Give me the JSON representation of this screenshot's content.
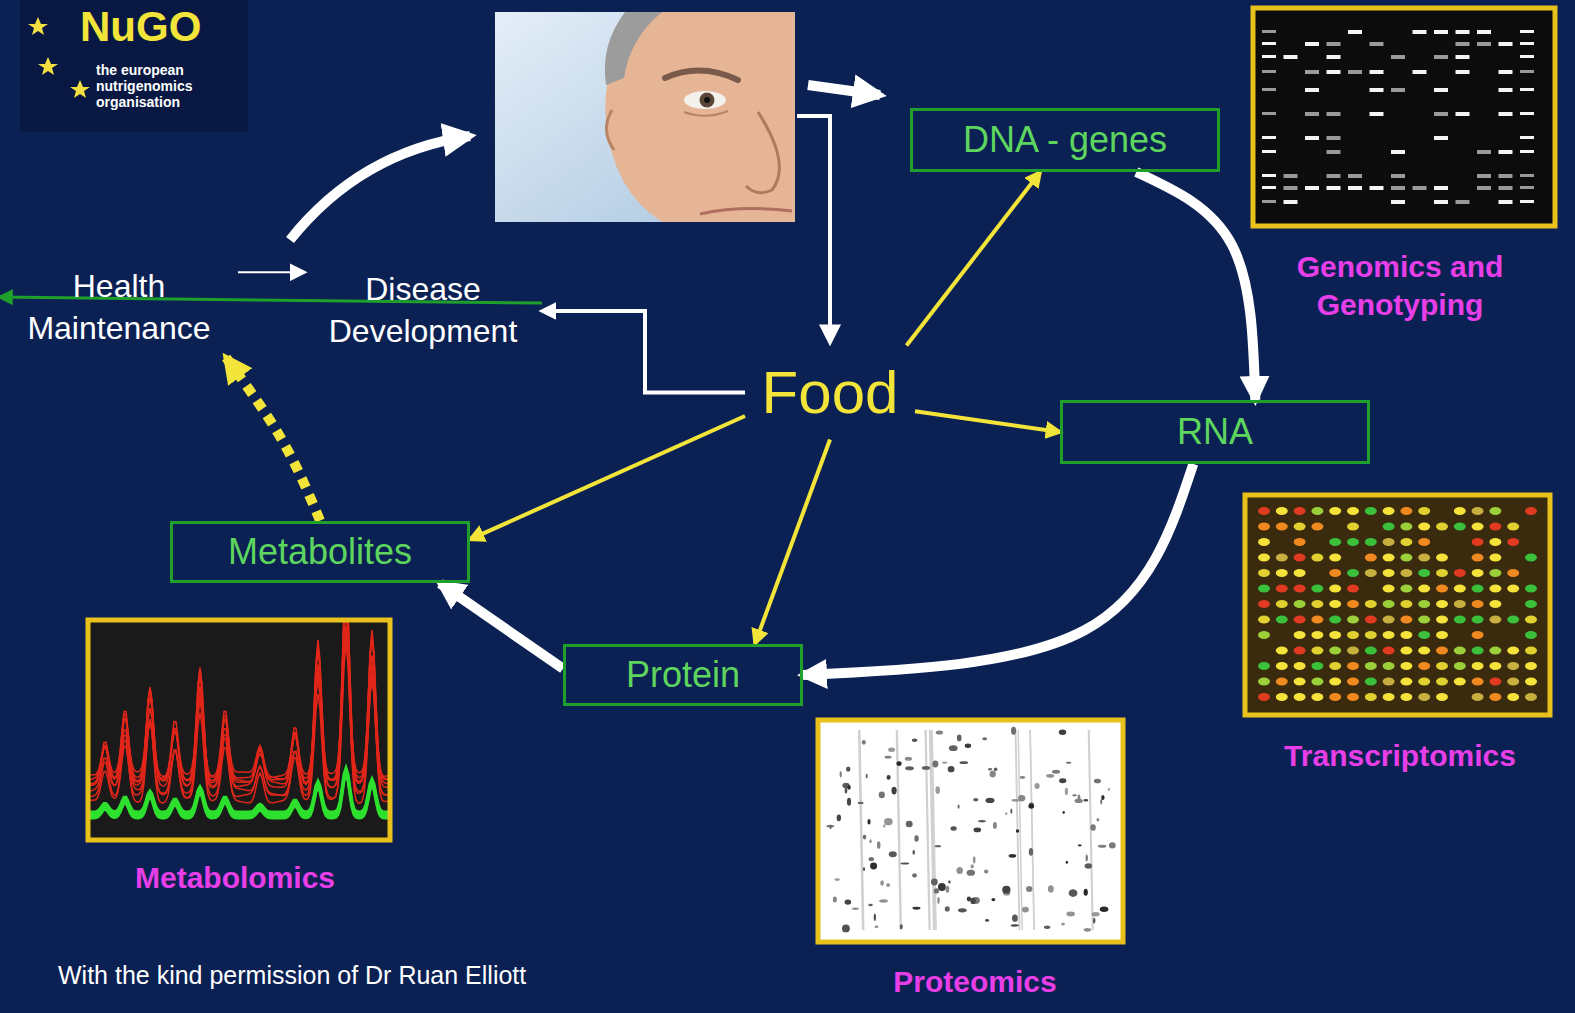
{
  "diagram": {
    "nodes": [
      {
        "text": [
          "DNA - genes"
        ]
      },
      {
        "text": [
          "Health Maintenance"
        ]
      },
      {
        "text": [
          "Disease Development"
        ]
      },
      {
        "text": [
          "Food"
        ]
      },
      {
        "text": [
          "RNA"
        ]
      },
      {
        "text": [
          "Metabolites"
        ]
      },
      {
        "text": [
          "Protein"
        ]
      }
    ],
    "edges": [
      {
        "from": 3,
        "to": 0,
        "arrow": "to"
      },
      {
        "from": 3,
        "to": 4,
        "arrow": "to"
      },
      {
        "from": 3,
        "to": 6,
        "arrow": "to"
      },
      {
        "from": 3,
        "to": 5,
        "arrow": "to"
      },
      {
        "from": 3,
        "to": 2,
        "arrow": "to"
      },
      {
        "from": 0,
        "to": 4,
        "arrow": "to"
      },
      {
        "from": 4,
        "to": 6,
        "arrow": "to"
      },
      {
        "from": 6,
        "to": 5,
        "arrow": "to"
      },
      {
        "from": 5,
        "to": 1,
        "arrow": "to"
      },
      {
        "from": 1,
        "to": 2,
        "arrow": "to"
      },
      {
        "from": 2,
        "to": 1,
        "arrow": "to"
      }
    ],
    "labels": [
      "NuGO",
      "the european nutrigenomics organisation",
      "Genomics and Genotyping",
      "Transcriptomics",
      "Proteomics",
      "Metabolomics",
      "With the kind permission of Dr Ruan Elliott"
    ]
  }
}
